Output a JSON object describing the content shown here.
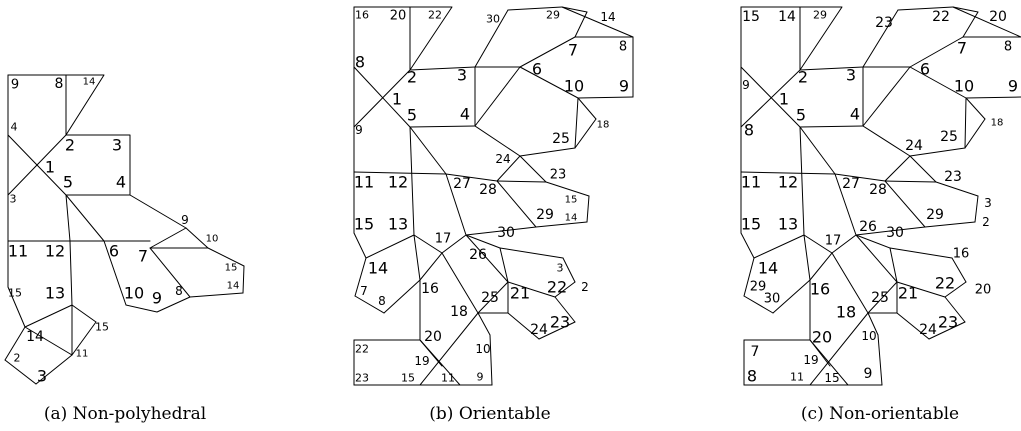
{
  "panels": [
    {
      "id": "a",
      "caption": "(a)  Non-polyhedral",
      "labels": [
        [
          "9",
          15,
          85,
          13
        ],
        [
          "8",
          59,
          84,
          14
        ],
        [
          "14",
          89,
          82,
          10
        ],
        [
          "4",
          14,
          127,
          11
        ],
        [
          "2",
          70,
          145,
          16
        ],
        [
          "3",
          117,
          145,
          16
        ],
        [
          "1",
          50,
          167,
          16
        ],
        [
          "5",
          68,
          182,
          16
        ],
        [
          "4",
          121,
          182,
          16
        ],
        [
          "3",
          13,
          199,
          11
        ],
        [
          "9",
          185,
          220,
          12
        ],
        [
          "10",
          212,
          239,
          10
        ],
        [
          "11",
          18,
          251,
          16
        ],
        [
          "12",
          55,
          251,
          16
        ],
        [
          "6",
          114,
          251,
          16
        ],
        [
          "7",
          143,
          256,
          16
        ],
        [
          "15",
          231,
          268,
          10
        ],
        [
          "14",
          233,
          286,
          10
        ],
        [
          "15",
          15,
          293,
          11
        ],
        [
          "13",
          55,
          293,
          16
        ],
        [
          "10",
          134,
          293,
          16
        ],
        [
          "9",
          157,
          298,
          16
        ],
        [
          "8",
          179,
          291,
          12
        ],
        [
          "14",
          35,
          337,
          14
        ],
        [
          "15",
          102,
          327,
          11
        ],
        [
          "11",
          82,
          354,
          10
        ],
        [
          "2",
          17,
          358,
          11
        ],
        [
          "3",
          42,
          376,
          16
        ]
      ]
    },
    {
      "id": "b",
      "caption": "(b)  Orientable",
      "labels": [
        [
          "16",
          362,
          15,
          11
        ],
        [
          "20",
          398,
          16,
          13
        ],
        [
          "22",
          435,
          15,
          11
        ],
        [
          "30",
          493,
          19,
          11
        ],
        [
          "29",
          553,
          15,
          11
        ],
        [
          "14",
          608,
          17,
          12
        ],
        [
          "7",
          573,
          50,
          16
        ],
        [
          "8",
          623,
          47,
          13
        ],
        [
          "8",
          360,
          62,
          16
        ],
        [
          "2",
          412,
          77,
          16
        ],
        [
          "3",
          462,
          75,
          16
        ],
        [
          "6",
          537,
          69,
          16
        ],
        [
          "10",
          574,
          86,
          16
        ],
        [
          "9",
          624,
          86,
          16
        ],
        [
          "1",
          397,
          99,
          16
        ],
        [
          "5",
          412,
          115,
          16
        ],
        [
          "4",
          465,
          114,
          16
        ],
        [
          "18",
          603,
          125,
          10
        ],
        [
          "9",
          359,
          130,
          12
        ],
        [
          "25",
          561,
          139,
          14
        ],
        [
          "24",
          503,
          159,
          12
        ],
        [
          "23",
          558,
          175,
          13
        ],
        [
          "11",
          364,
          182,
          16
        ],
        [
          "12",
          398,
          182,
          16
        ],
        [
          "27",
          462,
          184,
          14
        ],
        [
          "28",
          488,
          190,
          14
        ],
        [
          "15",
          571,
          200,
          10
        ],
        [
          "29",
          545,
          215,
          14
        ],
        [
          "14",
          571,
          218,
          10
        ],
        [
          "15",
          364,
          224,
          16
        ],
        [
          "13",
          398,
          224,
          16
        ],
        [
          "26",
          478,
          255,
          14
        ],
        [
          "30",
          506,
          233,
          14
        ],
        [
          "17",
          443,
          239,
          13
        ],
        [
          "14",
          378,
          268,
          16
        ],
        [
          "3",
          560,
          268,
          11
        ],
        [
          "22",
          557,
          287,
          16
        ],
        [
          "2",
          585,
          287,
          12
        ],
        [
          "7",
          364,
          291,
          12
        ],
        [
          "16",
          430,
          289,
          14
        ],
        [
          "21",
          520,
          293,
          16
        ],
        [
          "8",
          382,
          301,
          12
        ],
        [
          "25",
          490,
          298,
          14
        ],
        [
          "18",
          459,
          312,
          14
        ],
        [
          "23",
          560,
          322,
          16
        ],
        [
          "24",
          539,
          330,
          14
        ],
        [
          "20",
          433,
          337,
          14
        ],
        [
          "10",
          483,
          349,
          12
        ],
        [
          "22",
          362,
          349,
          11
        ],
        [
          "19",
          422,
          361,
          12
        ],
        [
          "23",
          362,
          378,
          11
        ],
        [
          "15",
          408,
          378,
          11
        ],
        [
          "11",
          448,
          378,
          11
        ],
        [
          "9",
          480,
          377,
          11
        ]
      ]
    },
    {
      "id": "c",
      "caption": "(c)  Non-orientable",
      "labels": [
        [
          "15",
          751,
          17,
          14
        ],
        [
          "14",
          787,
          17,
          14
        ],
        [
          "29",
          820,
          15,
          11
        ],
        [
          "23",
          884,
          23,
          14
        ],
        [
          "22",
          941,
          17,
          14
        ],
        [
          "20",
          998,
          17,
          14
        ],
        [
          "7",
          962,
          48,
          16
        ],
        [
          "8",
          1008,
          47,
          13
        ],
        [
          "9",
          746,
          85,
          12
        ],
        [
          "2",
          803,
          77,
          16
        ],
        [
          "3",
          851,
          75,
          16
        ],
        [
          "6",
          925,
          69,
          16
        ],
        [
          "10",
          964,
          86,
          16
        ],
        [
          "9",
          1013,
          86,
          16
        ],
        [
          "1",
          784,
          99,
          16
        ],
        [
          "5",
          801,
          115,
          16
        ],
        [
          "4",
          855,
          114,
          16
        ],
        [
          "18",
          997,
          123,
          10
        ],
        [
          "8",
          749,
          130,
          16
        ],
        [
          "25",
          949,
          137,
          14
        ],
        [
          "24",
          914,
          146,
          14
        ],
        [
          "23",
          953,
          177,
          14
        ],
        [
          "3",
          988,
          203,
          12
        ],
        [
          "2",
          986,
          222,
          12
        ],
        [
          "11",
          751,
          182,
          16
        ],
        [
          "12",
          788,
          182,
          16
        ],
        [
          "27",
          851,
          184,
          14
        ],
        [
          "28",
          878,
          190,
          14
        ],
        [
          "29",
          935,
          215,
          14
        ],
        [
          "15",
          751,
          224,
          16
        ],
        [
          "13",
          788,
          224,
          16
        ],
        [
          "26",
          868,
          227,
          14
        ],
        [
          "30",
          895,
          233,
          14
        ],
        [
          "17",
          833,
          241,
          13
        ],
        [
          "16",
          961,
          254,
          13
        ],
        [
          "14",
          768,
          268,
          16
        ],
        [
          "22",
          945,
          283,
          16
        ],
        [
          "20",
          983,
          290,
          13
        ],
        [
          "29",
          758,
          287,
          13
        ],
        [
          "30",
          772,
          299,
          13
        ],
        [
          "16",
          820,
          289,
          16
        ],
        [
          "21",
          908,
          293,
          16
        ],
        [
          "25",
          880,
          298,
          14
        ],
        [
          "18",
          846,
          312,
          16
        ],
        [
          "10",
          869,
          336,
          12
        ],
        [
          "23",
          948,
          322,
          16
        ],
        [
          "24",
          928,
          330,
          14
        ],
        [
          "20",
          822,
          337,
          16
        ],
        [
          "7",
          755,
          352,
          14
        ],
        [
          "19",
          811,
          360,
          12
        ],
        [
          "8",
          752,
          376,
          16
        ],
        [
          "11",
          797,
          377,
          11
        ],
        [
          "15",
          832,
          378,
          12
        ],
        [
          "9",
          868,
          374,
          14
        ]
      ]
    }
  ]
}
